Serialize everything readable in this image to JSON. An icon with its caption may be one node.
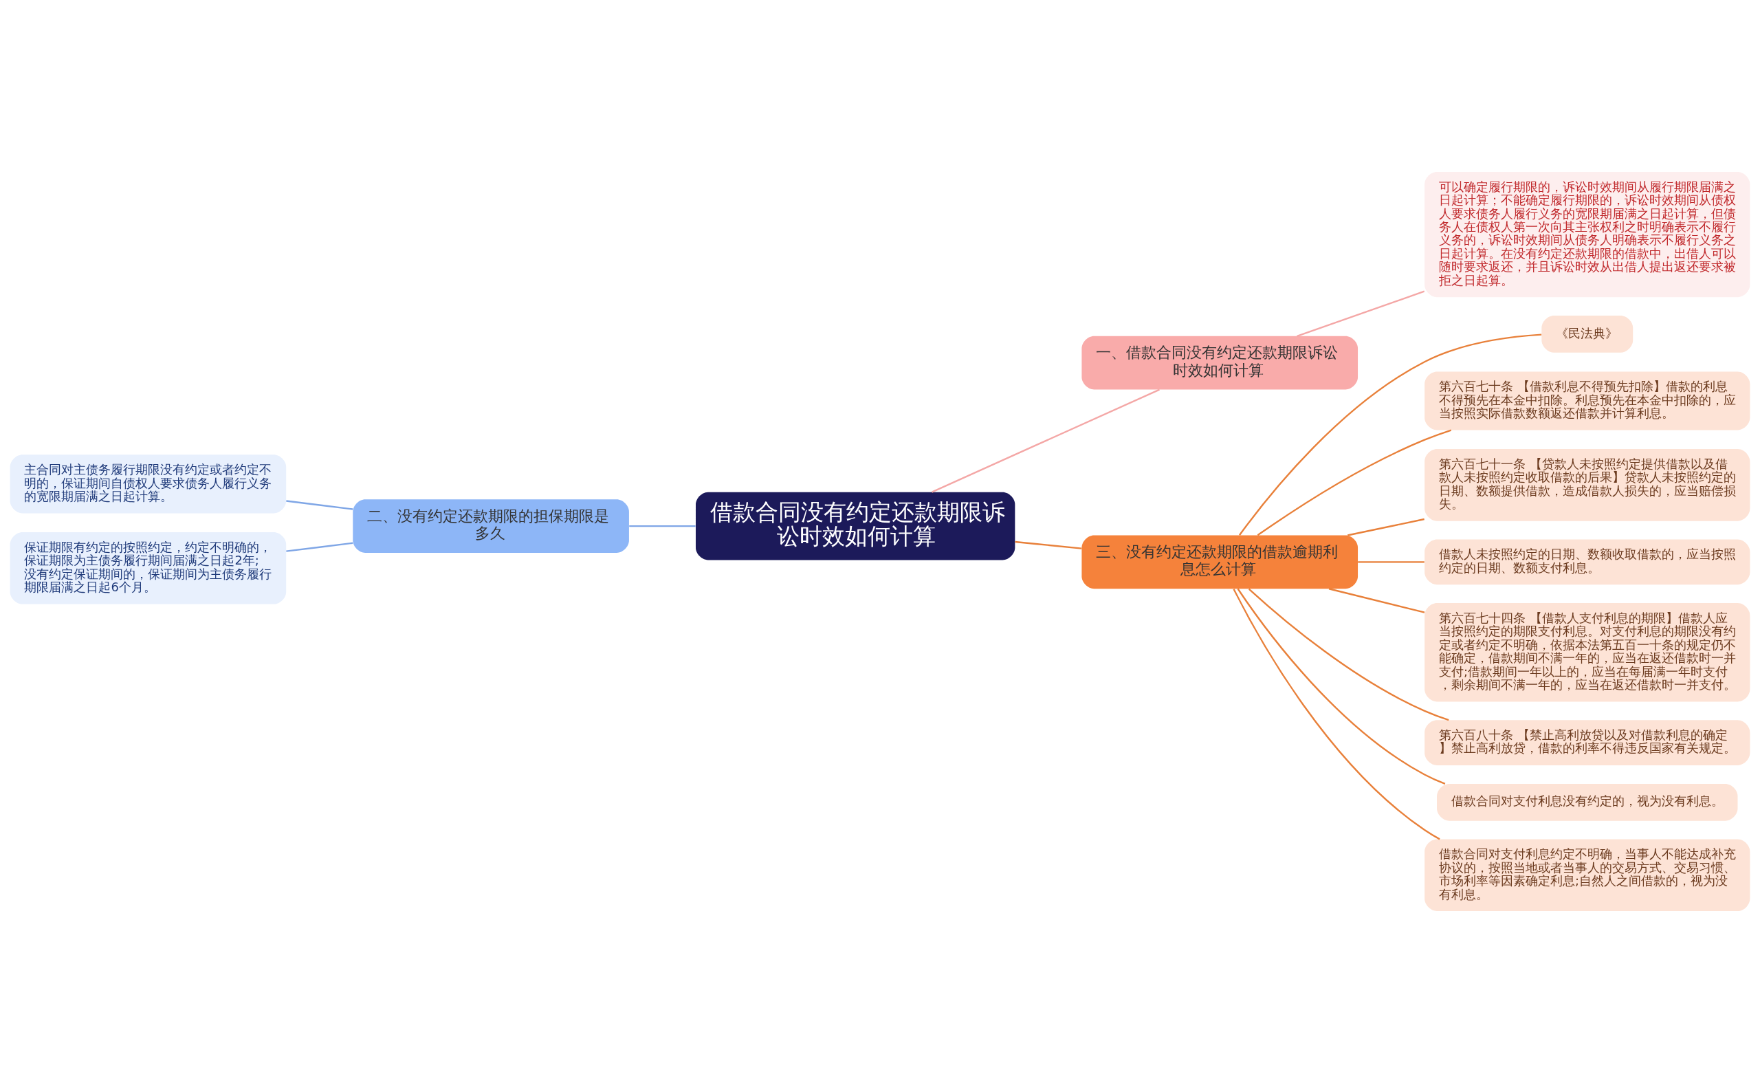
{
  "diagram": {
    "nodes": [
      {
        "text": [
          "借款合同没有约定还款期限诉讼时效如何计算"
        ]
      },
      {
        "text": [
          "一、借款合同没有约定还款期限诉讼时效如何计算"
        ]
      },
      {
        "text": [
          "可以确定履行期限的，诉讼时效期间从履行期限届满之日起计算；不能确定履行期限的，诉讼时效期间从债权人要求债务人履行义务的宽限期届满之日起计算，但债务人在债权人第一次向其主张权利之时明确表示不履行义务的，诉讼时效期间从债务人明确表示不履行义务之日起计算。在没有约定还款期限的借款中，出借人可以随时要求返还，并且诉讼时效从出借人提出返还要求被拒之日起算。"
        ]
      },
      {
        "text": [
          "二、没有约定还款期限的担保期限是多久"
        ]
      },
      {
        "text": [
          "主合同对主债务履行期限没有约定或者约定不明的，保证期间自债权人要求债务人履行义务的宽限期届满之日起计算。"
        ]
      },
      {
        "text": [
          "保证期限有约定的按照约定，约定不明确的，保证期限为主债务履行期间届满之日起2年;没有约定保证期间的，保证期间为主债务履行期限届满之日起6个月。"
        ]
      },
      {
        "text": [
          "三、没有约定还款期限的借款逾期利息怎么计算"
        ]
      },
      {
        "text": [
          "《民法典》"
        ]
      },
      {
        "text": [
          "第六百七十条 【借款利息不得预先扣除】借款的利息不得预先在本金中扣除。利息预先在本金中扣除的，应当按照实际借款数额返还借款并计算利息。"
        ]
      },
      {
        "text": [
          "第六百七十一条 【贷款人未按照约定提供借款以及借款人未按照约定收取借款的后果】贷款人未按照约定的日期、数额提供借款，造成借款人损失的，应当赔偿损失。"
        ]
      },
      {
        "text": [
          "借款人未按照约定的日期、数额收取借款的，应当按照约定的日期、数额支付利息。"
        ]
      },
      {
        "text": [
          "第六百七十四条 【借款人支付利息的期限】借款人应当按照约定的期限支付利息。对支付利息的期限没有约定或者约定不明确，依据本法第五百一十条的规定仍不能确定，借款期间不满一年的，应当在返还借款时一并支付;借款期间一年以上的，应当在每届满一年时支付，剩余期间不满一年的，应当在返还借款时一并支付。"
        ]
      },
      {
        "text": [
          "第六百八十条 【禁止高利放贷以及对借款利息的确定】禁止高利放贷，借款的利率不得违反国家有关规定。"
        ]
      },
      {
        "text": [
          "借款合同对支付利息没有约定的，视为没有利息。"
        ]
      },
      {
        "text": [
          "借款合同对支付利息约定不明确，当事人不能达成补充协议的，按照当地或者当事人的交易方式、交易习惯、市场利率等因素确定利息;自然人之间借款的，视为没有利息。"
        ]
      }
    ],
    "edges": [
      {
        "from": 0,
        "to": 1,
        "arrow": "none",
        "color": "#f4a7a6"
      },
      {
        "from": 1,
        "to": 2,
        "arrow": "none",
        "color": "#f4a7a6"
      },
      {
        "from": 0,
        "to": 3,
        "arrow": "none",
        "color": "#7fa6e6"
      },
      {
        "from": 3,
        "to": 4,
        "arrow": "none",
        "color": "#7fa6e6"
      },
      {
        "from": 3,
        "to": 5,
        "arrow": "none",
        "color": "#7fa6e6"
      },
      {
        "from": 0,
        "to": 6,
        "arrow": "none"
      },
      {
        "from": 6,
        "to": 7,
        "arrow": "none"
      },
      {
        "from": 6,
        "to": 8,
        "arrow": "none"
      },
      {
        "from": 6,
        "to": 9,
        "arrow": "none"
      },
      {
        "from": 6,
        "to": 10,
        "arrow": "none"
      },
      {
        "from": 6,
        "to": 11,
        "arrow": "none"
      },
      {
        "from": 6,
        "to": 12,
        "arrow": "none"
      },
      {
        "from": 6,
        "to": 13,
        "arrow": "none"
      },
      {
        "from": 6,
        "to": 14,
        "arrow": "none"
      }
    ]
  }
}
